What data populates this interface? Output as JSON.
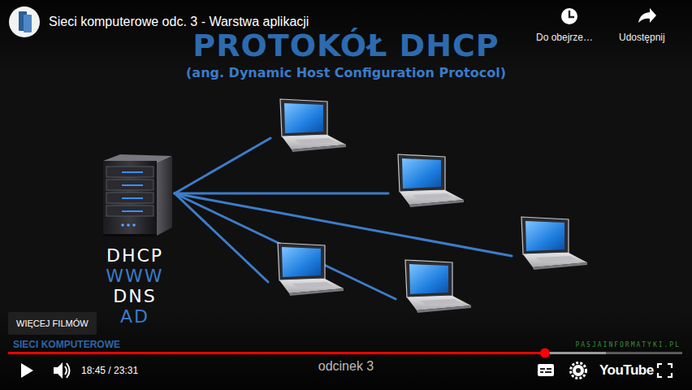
{
  "diagram": {
    "title": "PROTOKÓŁ DHCP",
    "nodes": [
      {
        "text": [
          "DHCP",
          "WWW",
          "DNS",
          "AD"
        ]
      },
      {
        "text": []
      },
      {
        "text": []
      },
      {
        "text": []
      },
      {
        "text": []
      },
      {
        "text": []
      }
    ],
    "edges": [
      {
        "from": 0,
        "to": 1,
        "arrow": "none"
      },
      {
        "from": 0,
        "to": 2,
        "arrow": "none"
      },
      {
        "from": 0,
        "to": 3,
        "arrow": "none"
      },
      {
        "from": 0,
        "to": 4,
        "arrow": "none"
      },
      {
        "from": 0,
        "to": 5,
        "arrow": "none"
      }
    ],
    "labels": [
      "Sieci komputerowe odc. 3 - Warstwa aplikacji",
      "Do obejrze…",
      "Udostępnij",
      "(ang. Dynamic Host Configuration Protocol)",
      "WIĘCEJ FILMÓW",
      "SIECI KOMPUTEROWE",
      "odcinek 3",
      "18:45 / 23:31",
      "YouTube",
      "PASJAINFORMATYKI.PL"
    ]
  }
}
